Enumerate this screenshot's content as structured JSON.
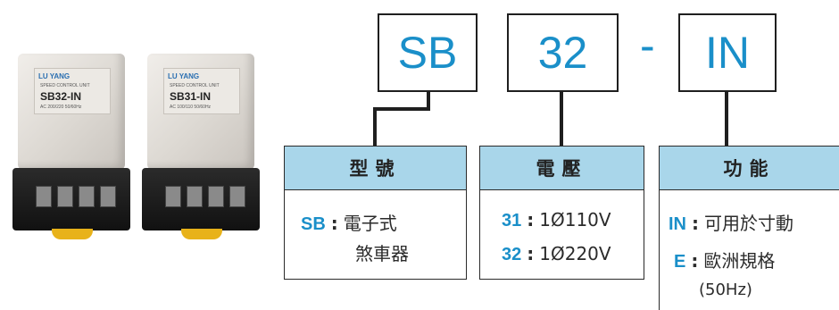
{
  "code": {
    "series": "SB",
    "voltage": "32",
    "separator": "-",
    "function": "IN"
  },
  "panels": {
    "model": {
      "header": "型號",
      "rows": [
        {
          "key": "SB",
          "text": "電子式"
        },
        {
          "key": "",
          "text": "煞車器"
        }
      ]
    },
    "voltage": {
      "header": "電壓",
      "rows": [
        {
          "key": "31",
          "text": "1Ø110V"
        },
        {
          "key": "32",
          "text": "1Ø220V"
        }
      ]
    },
    "function": {
      "header": "功能",
      "rows": [
        {
          "key": "IN",
          "text": "可用於寸動"
        },
        {
          "key": "E",
          "text": "歐洲規格"
        },
        {
          "key": "",
          "text": "(50Hz)"
        }
      ]
    }
  },
  "products": [
    {
      "logo": "LU YANG",
      "subtitle": "SPEED CONTROL UNIT",
      "model": "SB32-IN",
      "spec": "AC 200/220 50/60Hz"
    },
    {
      "logo": "LU YANG",
      "subtitle": "SPEED CONTROL UNIT",
      "model": "SB31-IN",
      "spec": "AC 100/110 50/60Hz"
    }
  ],
  "colors": {
    "accent": "#1a8fc9",
    "panel_header": "#a9d6ea",
    "relay_base": "#111111",
    "relay_foot": "#e8b21a"
  }
}
